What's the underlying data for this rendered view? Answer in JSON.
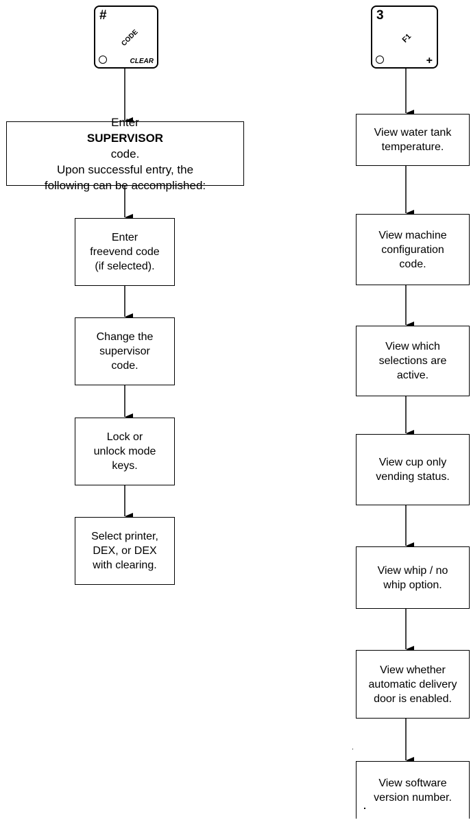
{
  "left_column": {
    "key": {
      "number": "#",
      "diagonal": "CODE",
      "corner": "CLEAR"
    },
    "supervisor": {
      "line1_prefix": "Enter ",
      "line1_bold": "SUPERVISOR",
      "line1_suffix": "code.",
      "line2": "Upon successful entry, the",
      "line3": "following can be accomplished:"
    },
    "steps": [
      [
        "Enter",
        "freevend code",
        "(if selected)."
      ],
      [
        "Change the",
        "supervisor",
        "code."
      ],
      [
        "Lock or",
        "unlock mode",
        "keys."
      ],
      [
        "Select printer,",
        "DEX, or DEX",
        "with clearing."
      ]
    ]
  },
  "right_column": {
    "key": {
      "number": "3",
      "diagonal": "F1",
      "corner": "+"
    },
    "steps": [
      [
        "View water tank",
        "temperature."
      ],
      [
        "View machine",
        "configuration",
        "code."
      ],
      [
        "View which",
        "selections are",
        "active."
      ],
      [
        "View cup only",
        "vending status."
      ],
      [
        "View whip / no",
        "whip option."
      ],
      [
        "View whether",
        "automatic delivery",
        "door is enabled."
      ],
      [
        "View software",
        "version number."
      ]
    ]
  }
}
